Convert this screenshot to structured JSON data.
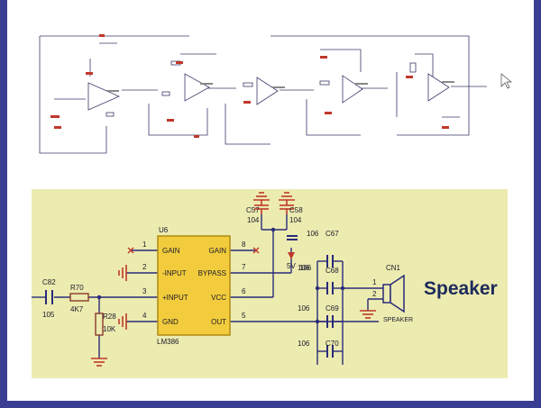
{
  "top_schematic": {
    "caption": "Multi-stage op-amp filter chain (text unreadable at this resolution)"
  },
  "bottom_schematic": {
    "ic": {
      "ref": "U6",
      "part": "LM386"
    },
    "pins": [
      {
        "num": "1",
        "name": "GAIN"
      },
      {
        "num": "2",
        "name": "-INPUT"
      },
      {
        "num": "3",
        "name": "+INPUT"
      },
      {
        "num": "4",
        "name": "GND"
      },
      {
        "num": "8",
        "name": "GAIN"
      },
      {
        "num": "7",
        "name": "BYPASS"
      },
      {
        "num": "6",
        "name": "VCC"
      },
      {
        "num": "5",
        "name": "OUT"
      }
    ],
    "components": {
      "c57": {
        "ref": "C57",
        "value": "104"
      },
      "c58": {
        "ref": "C58",
        "value": "104"
      },
      "c82": {
        "ref": "C82",
        "value": "105"
      },
      "r70": {
        "ref": "R70",
        "value": "4K7"
      },
      "r28": {
        "ref": "R28",
        "value": "10K"
      },
      "c67": {
        "ref": "C67",
        "value": "106"
      },
      "c68": {
        "ref": "C68",
        "value": "106"
      },
      "c69": {
        "ref": "C69",
        "value": "106"
      },
      "c70": {
        "ref": "C70",
        "value": "106"
      },
      "c_bypass": {
        "value": "106"
      },
      "cn1": {
        "ref": "CN1",
        "pin1": "1",
        "pin2": "2",
        "label": "SPEAKER"
      }
    },
    "supply_label": "5V",
    "speaker_title": "Speaker"
  },
  "colors": {
    "border": "#3a3e92",
    "upper_bg": "#ffffff",
    "lower_bg": "#ecebb0",
    "wire": "#2a2a7a",
    "ground": "#c0382b",
    "chip": "#f2cc3c"
  }
}
